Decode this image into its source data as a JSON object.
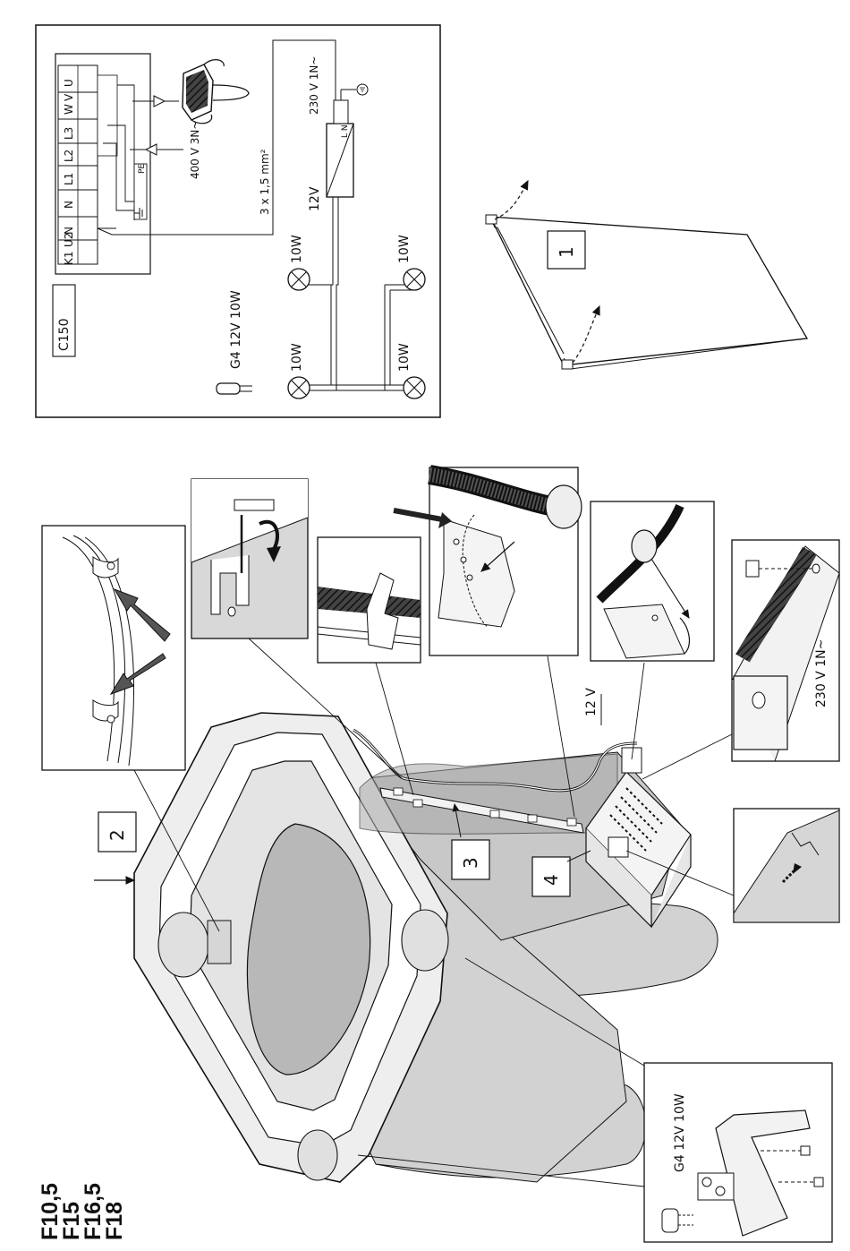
{
  "models": [
    "F10,5",
    "F15",
    "F16,5",
    "F18"
  ],
  "wiring": {
    "module": "C150",
    "terminals": [
      "K1",
      "U2",
      "N",
      "N",
      "L1",
      "L2",
      "L3",
      "W",
      "V",
      "U"
    ],
    "pe_label": "PE",
    "supply_motor": "400 V 3N~",
    "cable": "3 x 1,5 mm²",
    "psu_terminals": "L N",
    "supply_psu": "230 V 1N~",
    "low_voltage": "12V",
    "lamp_power": "10W",
    "lamp_spec": "G4 12V 10W"
  },
  "callouts": {
    "step1": "1",
    "step2": "2",
    "step3": "3",
    "step4": "4",
    "cable_12v": "12 V",
    "psu_supply": "230 V 1N~",
    "lamp_spec": "G4 12V 10W"
  },
  "colors": {
    "line": "#111111",
    "shade": "#d2d2d2",
    "dark_shade": "#9a9a9a",
    "paper": "#ffffff"
  }
}
